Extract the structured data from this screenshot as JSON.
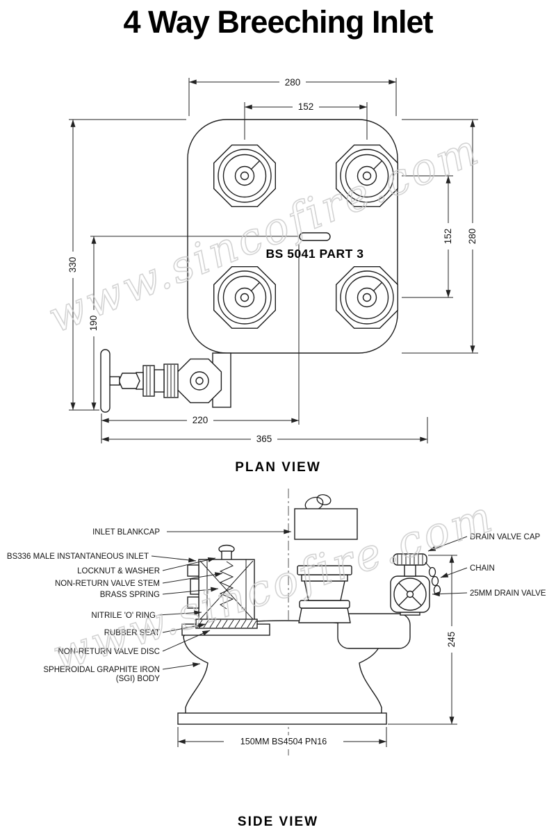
{
  "title": "4 Way Breeching Inlet",
  "watermark": "www.sincofire.com",
  "plan_view": {
    "caption": "PLAN VIEW",
    "body_marking": "BS 5041 PART 3",
    "dims": {
      "width_top": "280",
      "inlet_pitch_top": "152",
      "height_right": "280",
      "inlet_pitch_right": "152",
      "height_overall_left": "330",
      "valve_offset_left": "190",
      "bottom_inner": "220",
      "bottom_overall": "365"
    }
  },
  "side_view": {
    "caption": "SIDE VIEW",
    "labels_left": [
      "INLET BLANKCAP",
      "BS336 MALE INSTANTANEOUS INLET",
      "LOCKNUT & WASHER",
      "NON-RETURN VALVE STEM",
      "BRASS SPRING",
      "NITRILE 'O' RING",
      "RUBBER SEAT",
      "NON-RETURN VALVE DISC",
      "SPHEROIDAL GRAPHITE IRON",
      "(SGI) BODY"
    ],
    "labels_right": [
      "DRAIN VALVE CAP",
      "CHAIN",
      "25MM DRAIN VALVE"
    ],
    "dims": {
      "overall_height": "245",
      "flange_spec": "150MM BS4504 PN16"
    }
  }
}
